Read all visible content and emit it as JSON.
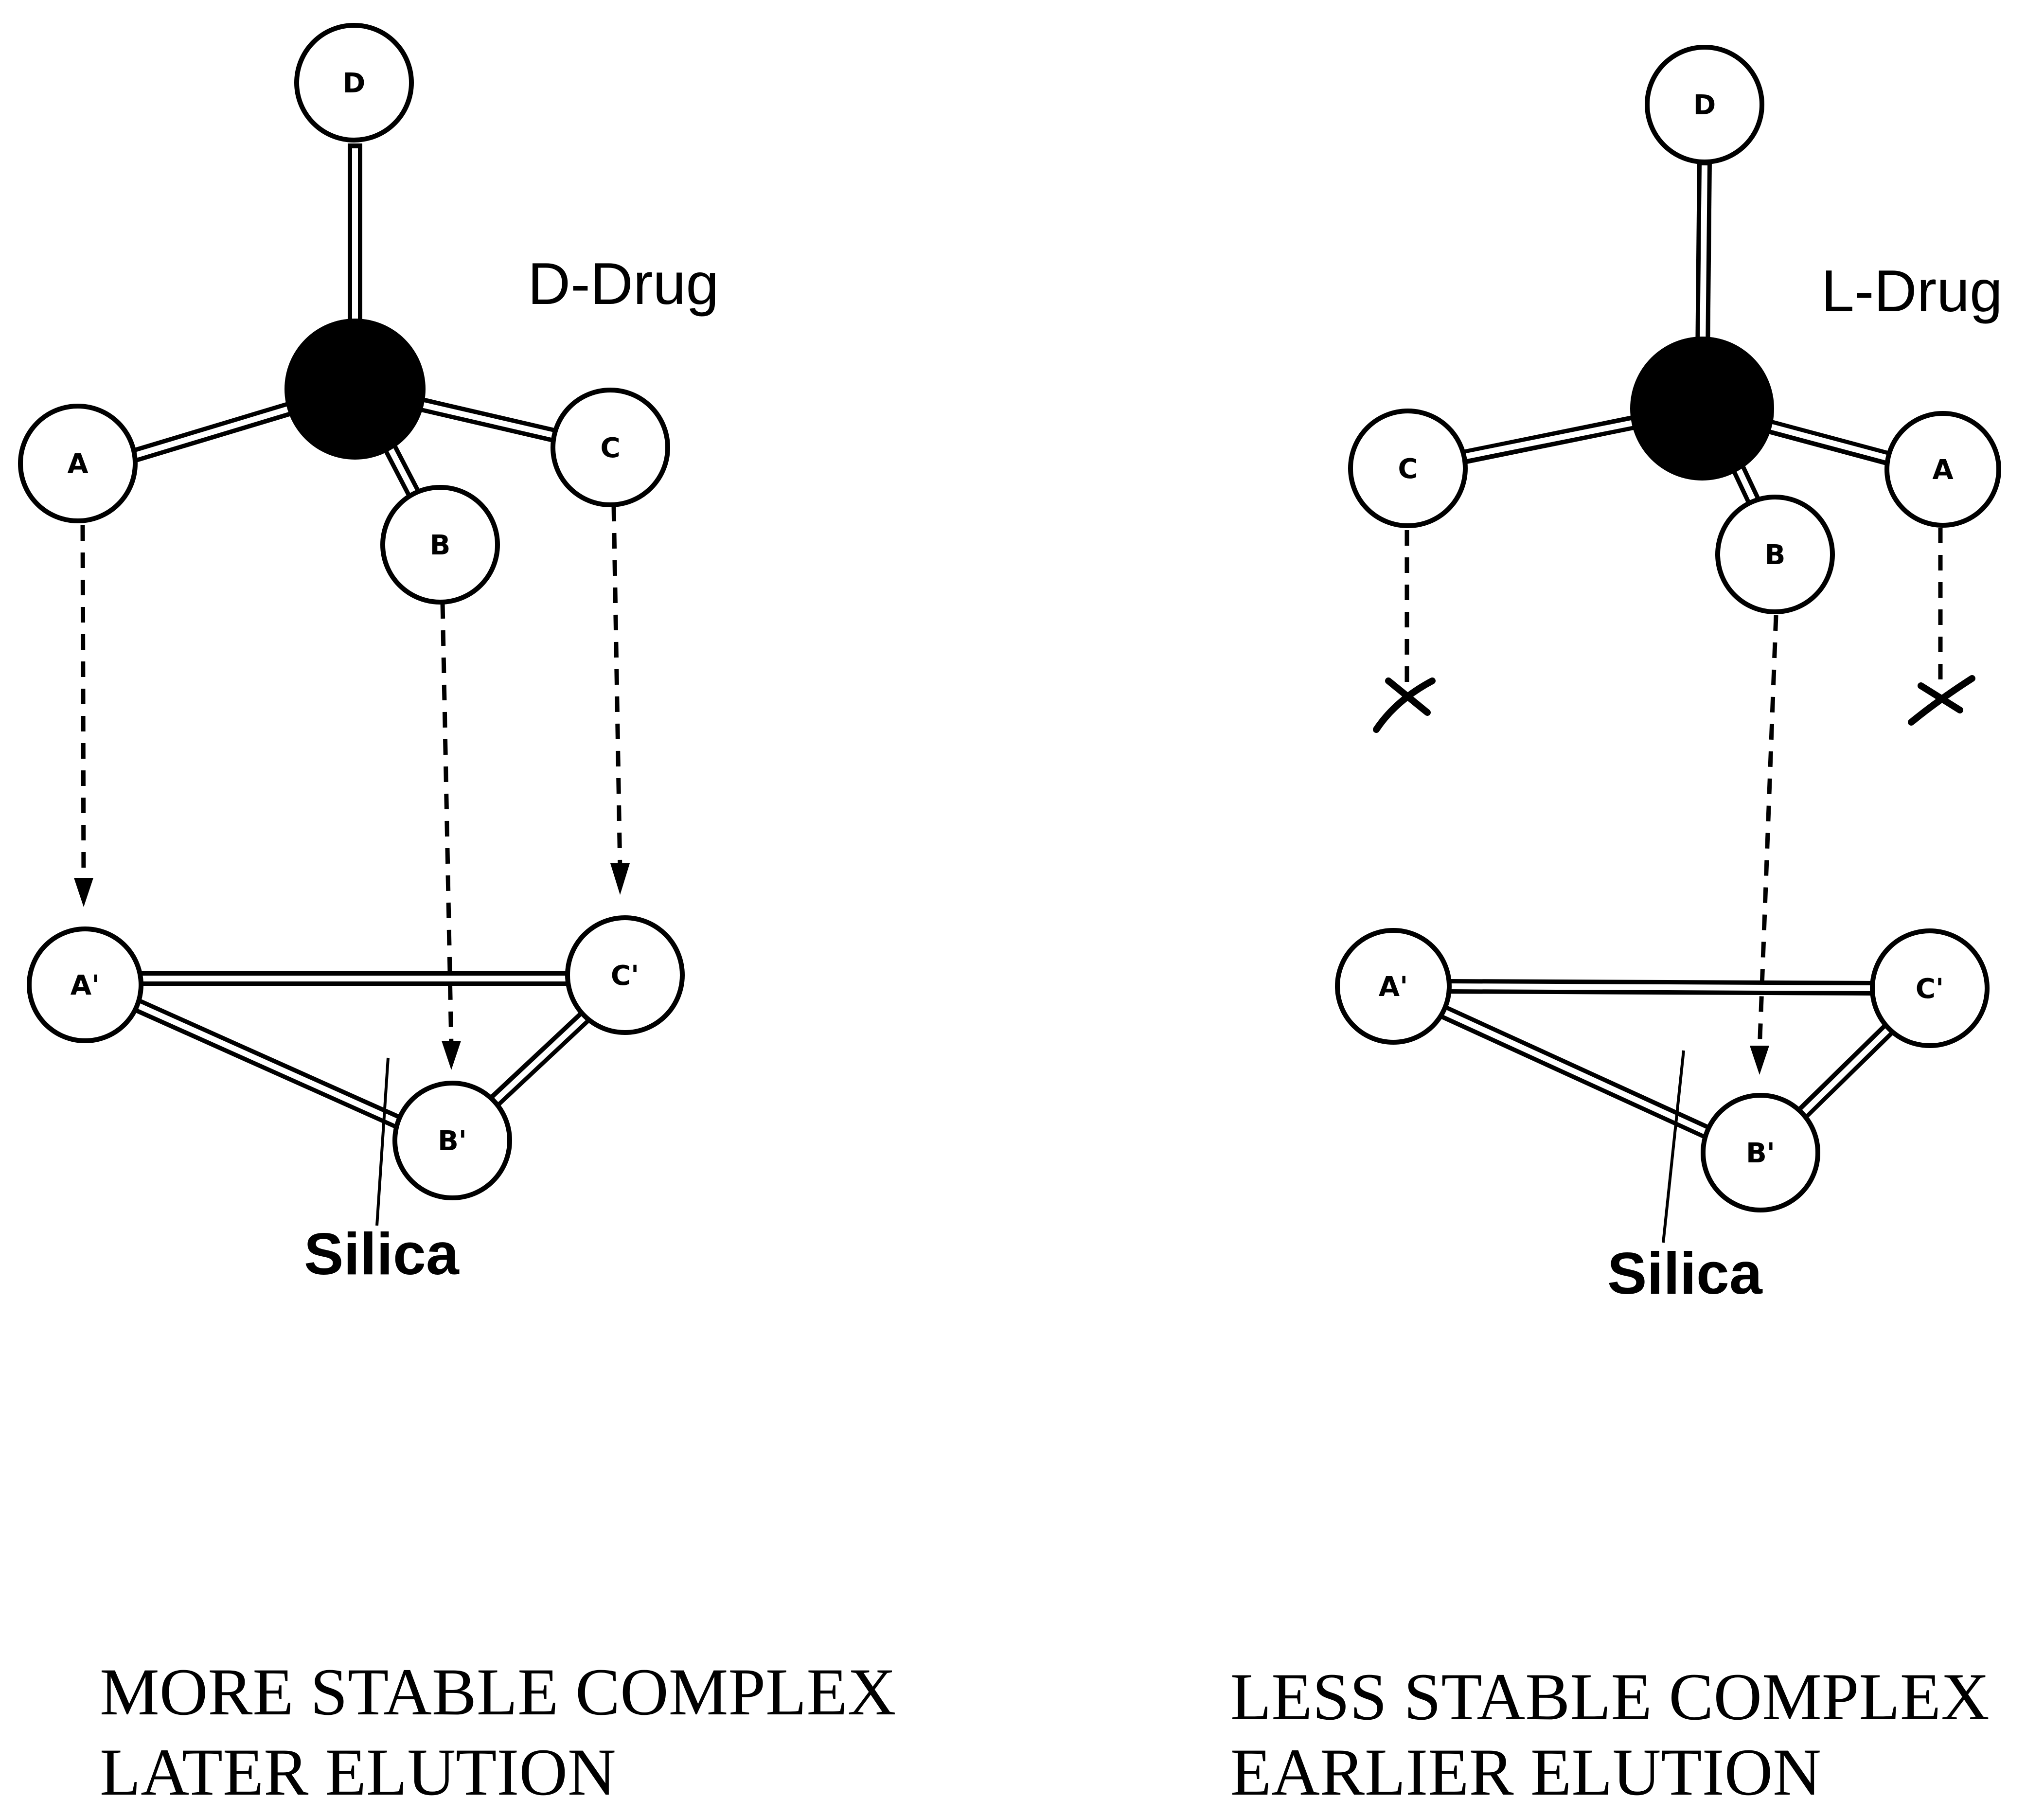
{
  "left_panel": {
    "drug_label": "D-Drug",
    "drug_atoms": {
      "top": "D",
      "left": "A",
      "front": "B",
      "right": "C"
    },
    "silica_atoms": {
      "left": "A'",
      "right": "C'",
      "bottom": "B'"
    },
    "silica_label": "Silica",
    "caption_line1": "MORE STABLE COMPLEX",
    "caption_line2": "LATER ELUTION"
  },
  "right_panel": {
    "drug_label": "L-Drug",
    "drug_atoms": {
      "top": "D",
      "left": "C",
      "front": "B",
      "right": "A"
    },
    "silica_atoms": {
      "left": "A'",
      "right": "C'",
      "bottom": "B'"
    },
    "silica_label": "Silica",
    "caption_line1": "LESS STABLE COMPLEX",
    "caption_line2": "EARLIER ELUTION"
  },
  "colors": {
    "ink": "#000000",
    "background": "#ffffff"
  }
}
